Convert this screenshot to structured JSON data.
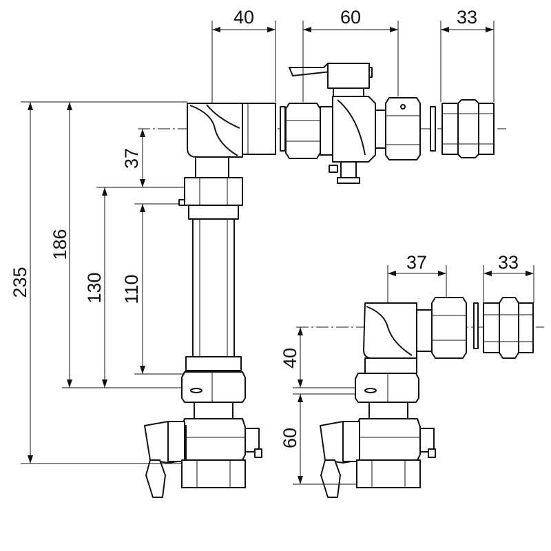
{
  "dimensions": {
    "top_left_width": "40",
    "top_valve_span": "60",
    "top_right_nut": "33",
    "upper_offset": "37",
    "total_height": "235",
    "height_186": "186",
    "height_130": "130",
    "height_110": "110",
    "lower_offset": "37",
    "lower_right_nut": "33",
    "lower_height_40": "40",
    "lower_height_60": "60"
  }
}
